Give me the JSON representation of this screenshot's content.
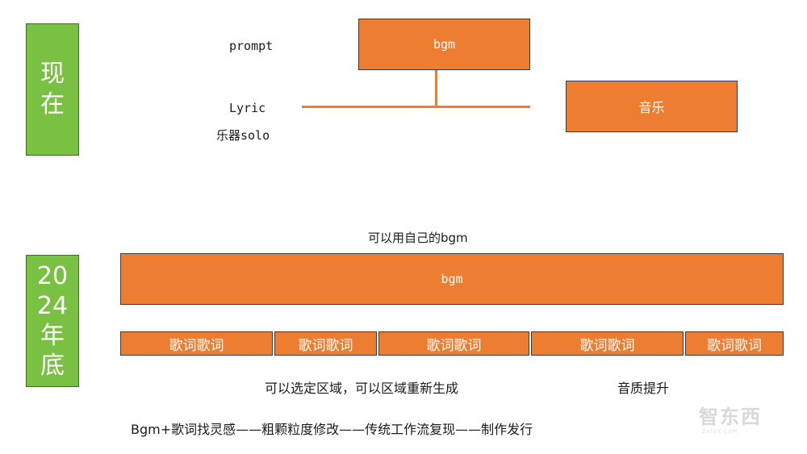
{
  "now_section": {
    "label": "现\n在",
    "prompt_label": "prompt",
    "lyric_label": "Lyric",
    "solo_label": "乐器solo",
    "bgm_box": "bgm",
    "music_box": "音乐"
  },
  "future_section": {
    "label": "20\n24\n年\n底",
    "own_bgm_caption": "可以用自己的bgm",
    "bgm_bar": "bgm",
    "lyric_blocks": [
      "歌词歌词",
      "歌词歌词",
      "歌词歌词",
      "歌词歌词",
      "歌词歌词"
    ],
    "select_caption": "可以选定区域，可以区域重新生成",
    "quality_caption": "音质提升"
  },
  "workflow_caption": "Bgm+歌词找灵感——粗颗粒度修改——传统工作流复现——制作发行",
  "watermark": {
    "text": "智东西",
    "sub": "ZHIDX.COM"
  },
  "colors": {
    "green": "#7ac143",
    "orange": "#ed7d31",
    "border": "#2f3e55"
  }
}
